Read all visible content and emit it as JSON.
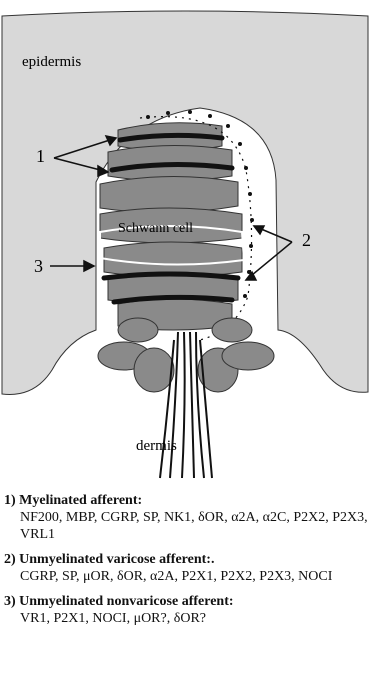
{
  "diagram": {
    "labels": {
      "epidermis": "epidermis",
      "dermis": "dermis",
      "schwann": "Schwann cell",
      "n1": "1",
      "n2": "2",
      "n3": "3"
    }
  },
  "legend": [
    {
      "title": "1) Myelinated afferent:",
      "markers": "NF200, MBP, CGRP, SP, NK1, δOR, α2A, α2C, P2X2, P2X3, VRL1"
    },
    {
      "title": "2) Unmyelinated varicose afferent:.",
      "markers": "CGRP, SP, μOR, δOR, α2A, P2X1, P2X2, P2X3, NOCI"
    },
    {
      "title": "3) Unmyelinated nonvaricose afferent:",
      "markers": "VR1,  P2X1, NOCI, μOR?, δOR?"
    }
  ]
}
